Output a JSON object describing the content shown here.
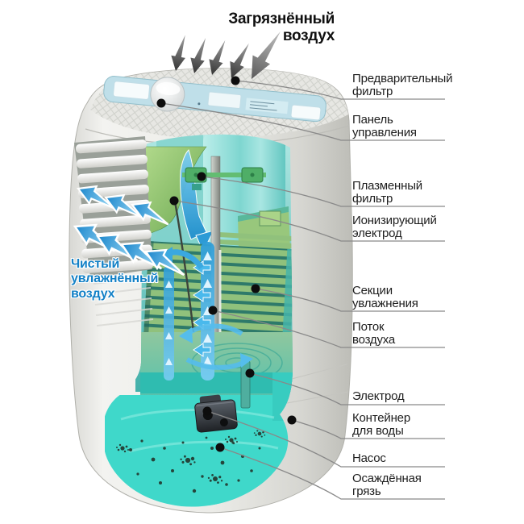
{
  "title": {
    "dirty_air": "Загрязнённый\nвоздух"
  },
  "outflow": {
    "clean_air": "Чистый\nувлажнённый\nвоздух"
  },
  "callouts": [
    {
      "id": "prefilter",
      "label": "Предварительный\nфильтр"
    },
    {
      "id": "control-panel",
      "label": "Панель\nуправления"
    },
    {
      "id": "plasma-filter",
      "label": "Плазменный\nфильтр"
    },
    {
      "id": "ionizing-electrode",
      "label": "Ионизирующий\nэлектрод"
    },
    {
      "id": "humidifier-sections",
      "label": "Секции\nувлажнения"
    },
    {
      "id": "air-flow",
      "label": "Поток\nвоздуха"
    },
    {
      "id": "electrode",
      "label": "Электрод"
    },
    {
      "id": "water-container",
      "label": "Контейнер\nдля воды"
    },
    {
      "id": "pump",
      "label": "Насос"
    },
    {
      "id": "sediment",
      "label": "Осаждённая\nгрязь"
    }
  ],
  "colors": {
    "clean_air_text": "#1280c6",
    "flow_arrow_blue": "#1b86cc",
    "water": "#3fd8ca",
    "disc_green": "#90c17c",
    "interior_teal": "#5fc4be",
    "leader": "#898989",
    "dot": "#0d0d0d"
  }
}
